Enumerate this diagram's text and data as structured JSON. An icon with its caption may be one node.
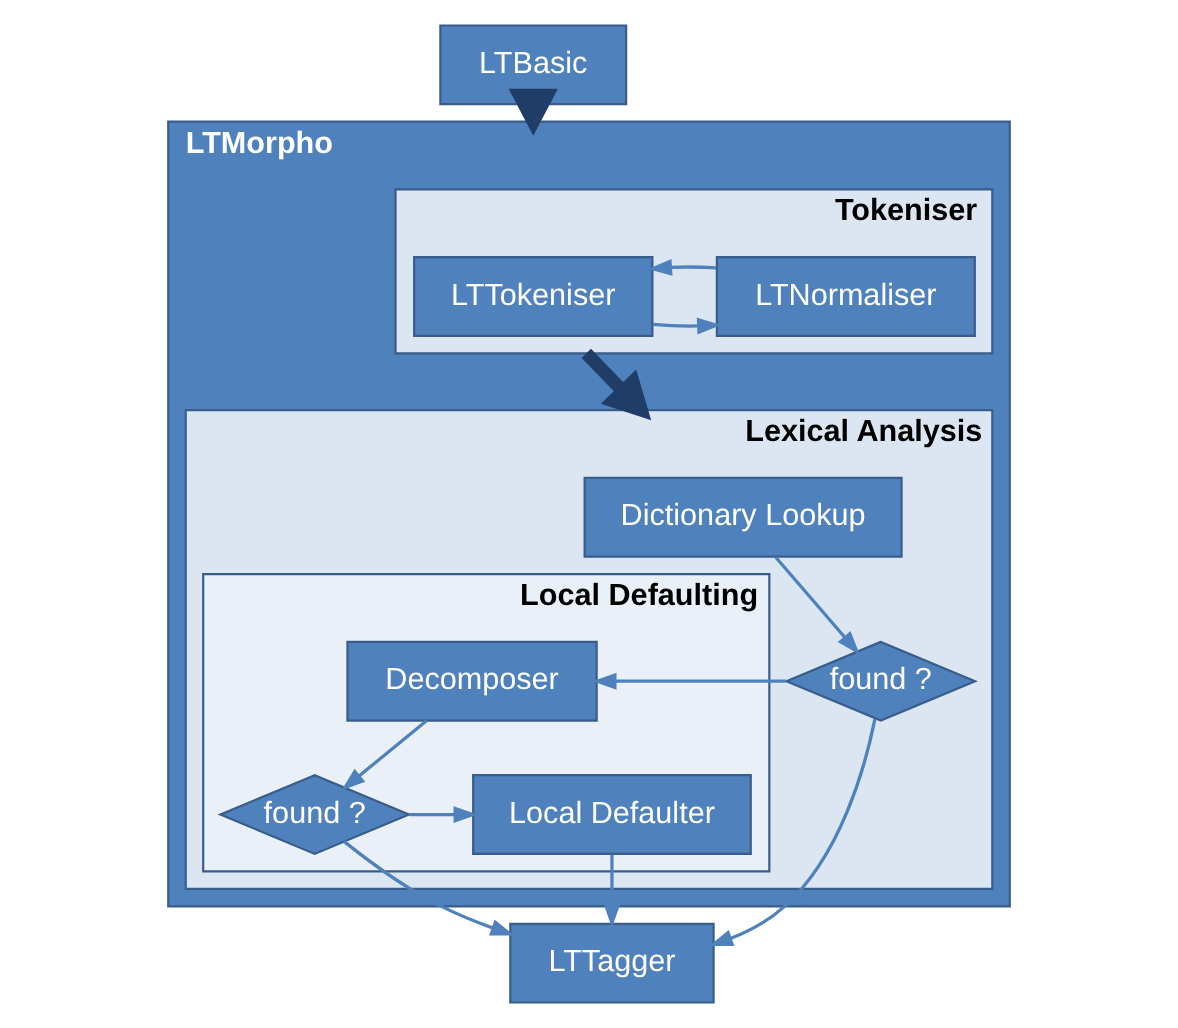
{
  "diagram": {
    "nodes": [
      {
        "text": [
          "LTBasic"
        ]
      },
      {
        "text": [
          "LTMorpho"
        ]
      },
      {
        "text": [
          "Tokeniser"
        ],
        "in": 1
      },
      {
        "text": [
          "LTTokeniser"
        ],
        "in": 2
      },
      {
        "text": [
          "LTNormaliser"
        ],
        "in": 2
      },
      {
        "text": [
          "Lexical Analysis"
        ],
        "in": 1
      },
      {
        "text": [
          "Dictionary Lookup"
        ],
        "in": 5
      },
      {
        "text": [
          "found ?"
        ],
        "in": 5
      },
      {
        "text": [
          "Local Defaulting"
        ],
        "in": 5
      },
      {
        "text": [
          "Decomposer"
        ],
        "in": 8
      },
      {
        "text": [
          "found ?"
        ],
        "in": 8
      },
      {
        "text": [
          "Local Defaulter"
        ],
        "in": 8
      },
      {
        "text": [
          "LTTagger"
        ]
      }
    ],
    "edges": [
      {
        "from": 0,
        "to": 1,
        "arrow": "to",
        "style": "thick"
      },
      {
        "from": 3,
        "to": 4,
        "arrow": "to"
      },
      {
        "from": 4,
        "to": 3,
        "arrow": "to"
      },
      {
        "from": 2,
        "to": 5,
        "arrow": "to",
        "style": "thick"
      },
      {
        "from": 6,
        "to": 7,
        "arrow": "to"
      },
      {
        "from": 7,
        "to": 9,
        "arrow": "to"
      },
      {
        "from": 9,
        "to": 10,
        "arrow": "to"
      },
      {
        "from": 10,
        "to": 11,
        "arrow": "to"
      },
      {
        "from": 7,
        "to": 12,
        "arrow": "to"
      },
      {
        "from": 10,
        "to": 12,
        "arrow": "to"
      },
      {
        "from": 11,
        "to": 12,
        "arrow": "to"
      }
    ]
  }
}
